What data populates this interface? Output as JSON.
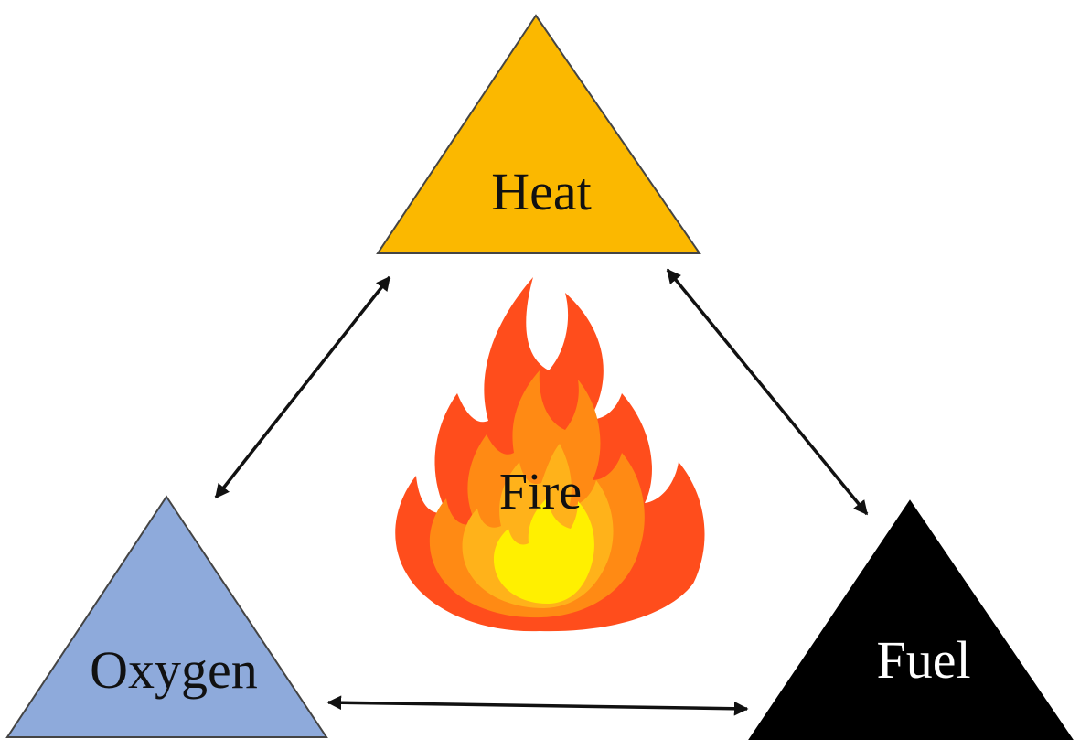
{
  "nodes": {
    "heat": {
      "label": "Heat",
      "fill": "#FBB800",
      "text_color": "#111111"
    },
    "oxygen": {
      "label": "Oxygen",
      "fill": "#8EAADB",
      "text_color": "#111111"
    },
    "fuel": {
      "label": "Fuel",
      "fill": "#000000",
      "text_color": "#FFFFFF"
    }
  },
  "center": {
    "label": "Fire",
    "icon": "flame-icon",
    "colors": {
      "outer": "#FF4D1C",
      "middle": "#FF8A14",
      "inner": "#FFB21A",
      "core": "#FFF000"
    }
  },
  "connectors": {
    "color": "#111111",
    "pairs": [
      [
        "heat",
        "oxygen"
      ],
      [
        "heat",
        "fuel"
      ],
      [
        "oxygen",
        "fuel"
      ]
    ]
  }
}
